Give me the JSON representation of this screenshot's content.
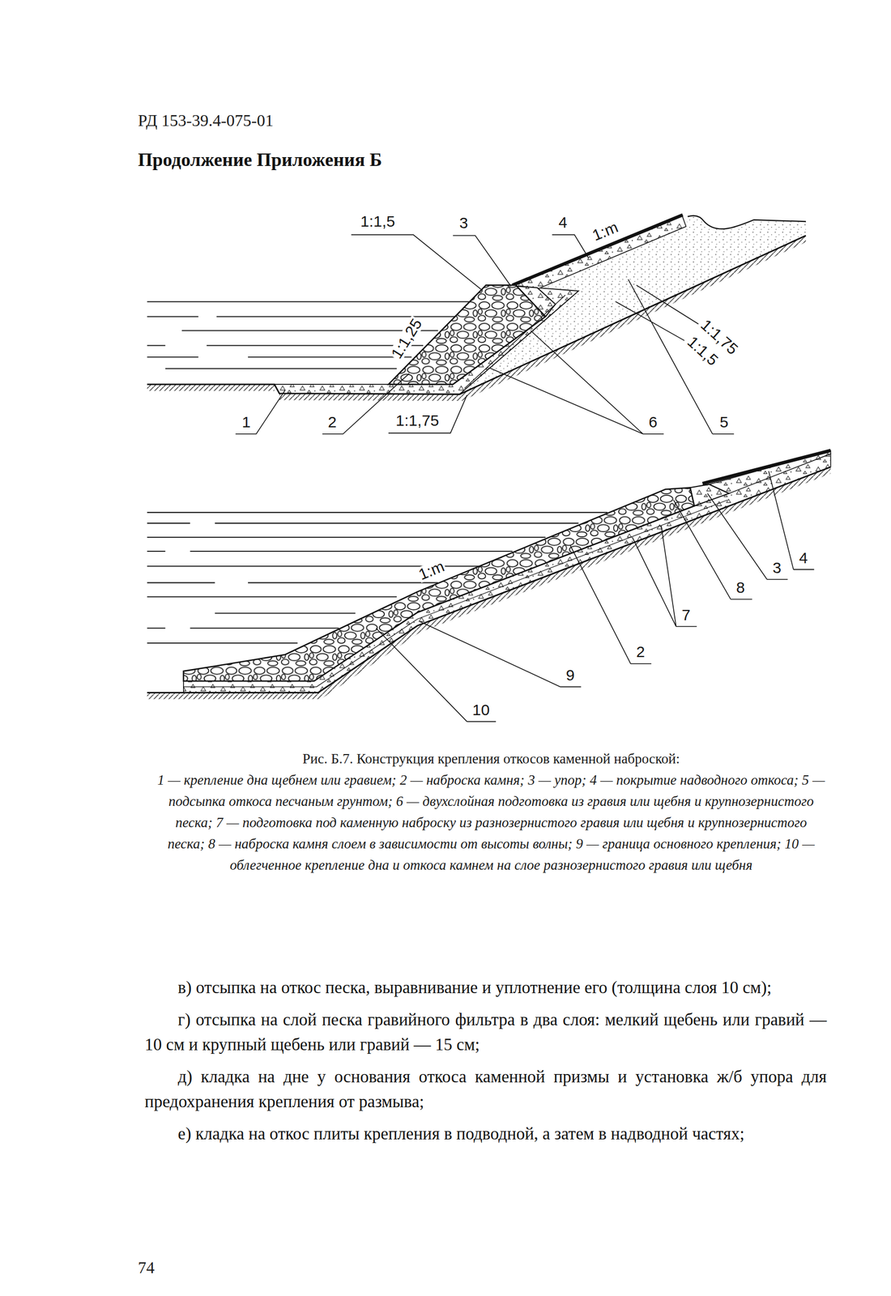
{
  "diagram": {
    "title": "Продолжение Приложения Б",
    "caption": "Рис. Б.7. Конструкция крепления откосов каменной наброской:",
    "labels": [
      "РД 153-39.4-075-01",
      "1:1,5",
      "3",
      "4",
      "1:m",
      "1:1,25",
      "1:1,75",
      "1:1,5",
      "1",
      "2",
      "1:1,75",
      "6",
      "5",
      "1:m",
      "8",
      "3",
      "4",
      "7",
      "2",
      "9",
      "10",
      "1 — крепление дна щебнем или гравием;",
      "2 — наброска камня;",
      "3 — упор;",
      "4 — покрытие надводного откоса;",
      "5 — подсыпка откоса песчаным грунтом;",
      "6 — двухслойная подготовка из гравия или щебня и крупнозернистого песка;",
      "7 — подготовка под каменную наброску из разнозернистого гравия или щебня и крупнозернистого песка;",
      "8 — наброска камня слоем в зависимости от высоты волны;",
      "9 — граница основного крепления;",
      "10 — облегченное крепление дна и откоса камнем на слое разнозернистого гравия или щебня",
      "в) отсыпка на откос песка, выравнивание и уплотнение его (толщина слоя 10 см);",
      "г) отсыпка на слой песка гравийного фильтра в два слоя: мелкий щебень или гравий — 10 см и крупный щебень или гравий — 15 см;",
      "д) кладка на дне у основания откоса каменной призмы и установка ж/б упора для предохранения крепления от размыва;",
      "е) кладка на откос плиты крепления в подводной, а затем в надводной частях;",
      "74"
    ]
  }
}
